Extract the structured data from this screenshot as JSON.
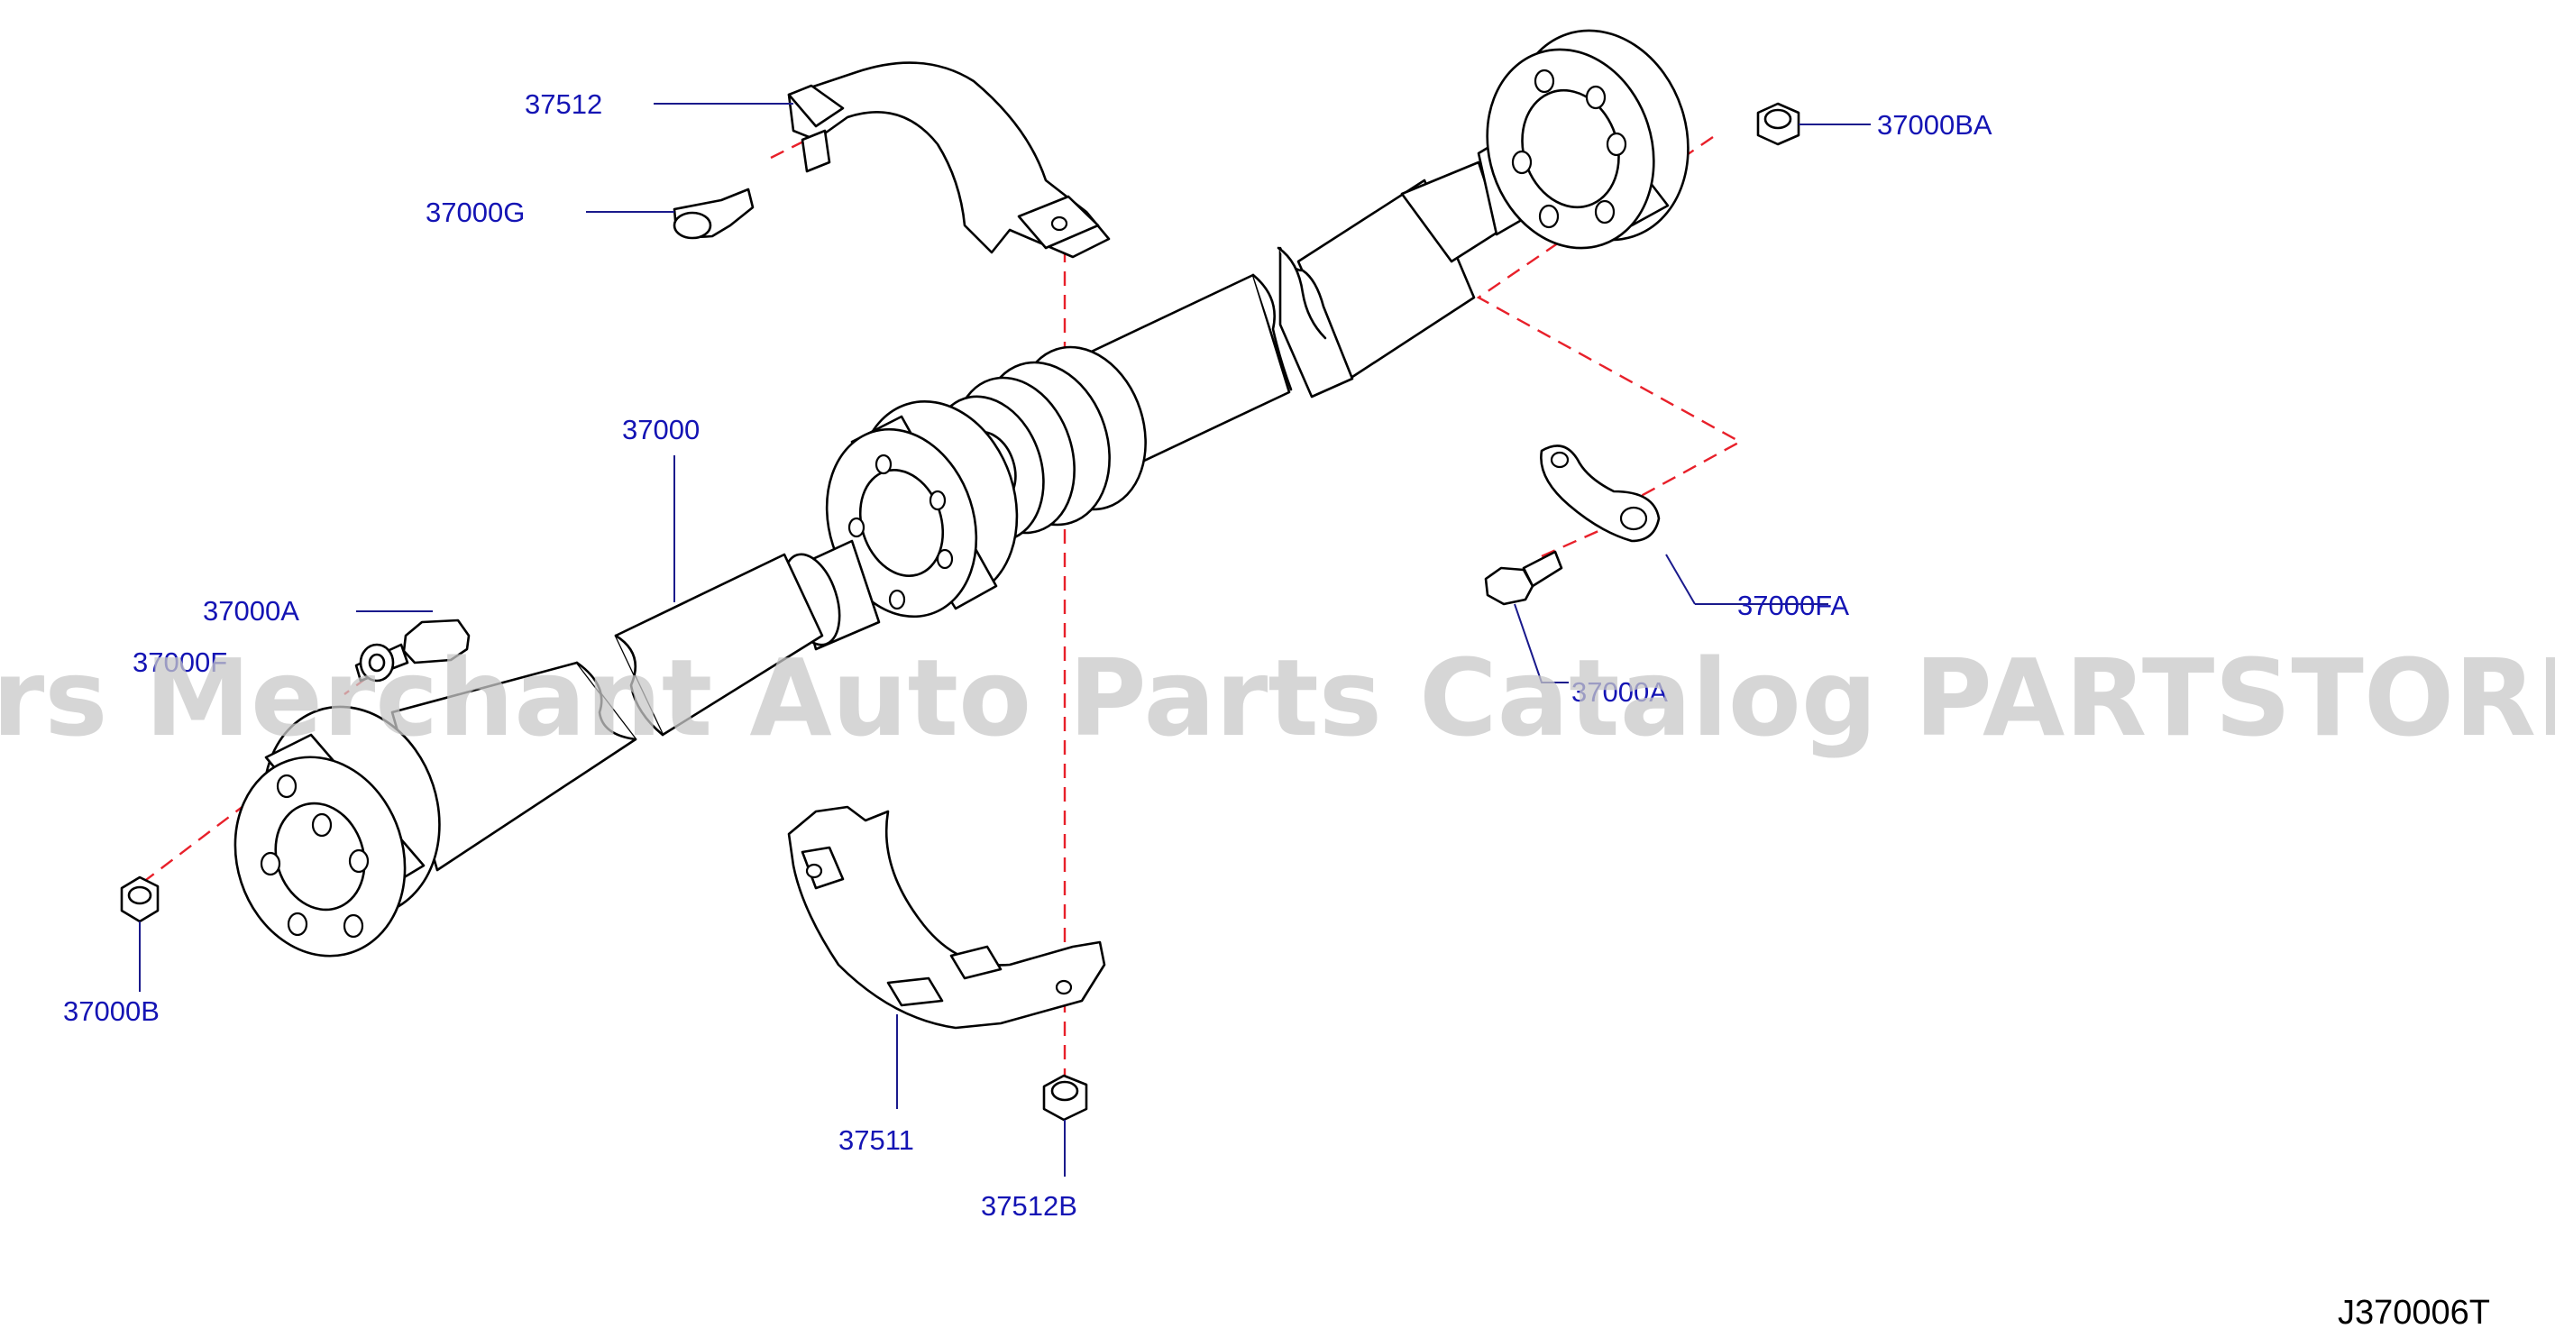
{
  "labels": {
    "p37512": "37512",
    "p37000G": "37000G",
    "p37000BA": "37000BA",
    "p37000": "37000",
    "p37000A": "37000A",
    "p37000F": "37000F",
    "p37000FA": "37000FA",
    "p37000A_right": "37000A",
    "p37000B": "37000B",
    "p37511": "37511",
    "p37512B": "37512B"
  },
  "diagram_code": "J370006T",
  "watermark": "Offers Merchant Auto Parts Catalog PARTSTORE.SA",
  "colors": {
    "label": "#1414b4",
    "leader": "#1a1a8c",
    "dash": "#e8202a",
    "watermark": "#c8c8c8"
  }
}
